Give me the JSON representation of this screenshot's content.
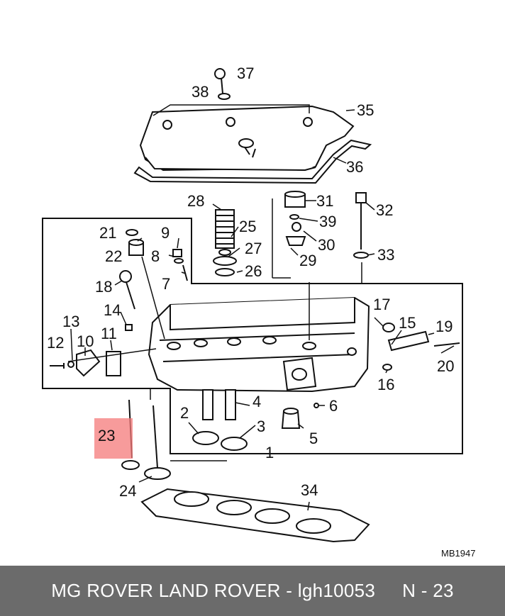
{
  "diagram": {
    "callouts": [
      "1",
      "2",
      "3",
      "4",
      "5",
      "6",
      "7",
      "8",
      "9",
      "10",
      "11",
      "12",
      "13",
      "14",
      "15",
      "16",
      "17",
      "18",
      "19",
      "20",
      "21",
      "22",
      "23",
      "24",
      "25",
      "26",
      "27",
      "28",
      "29",
      "30",
      "31",
      "32",
      "33",
      "34",
      "35",
      "36",
      "37",
      "38",
      "39"
    ],
    "highlighted_callout": "23",
    "drawing_code": "MB1947",
    "colors": {
      "highlight": "#f47a7a",
      "line": "#111111",
      "fill": "#ffffff"
    }
  },
  "footer": {
    "part_text": "MG ROVER LAND ROVER - lgh10053",
    "ref_text": "N - 23",
    "background": "#6b6b6b"
  }
}
